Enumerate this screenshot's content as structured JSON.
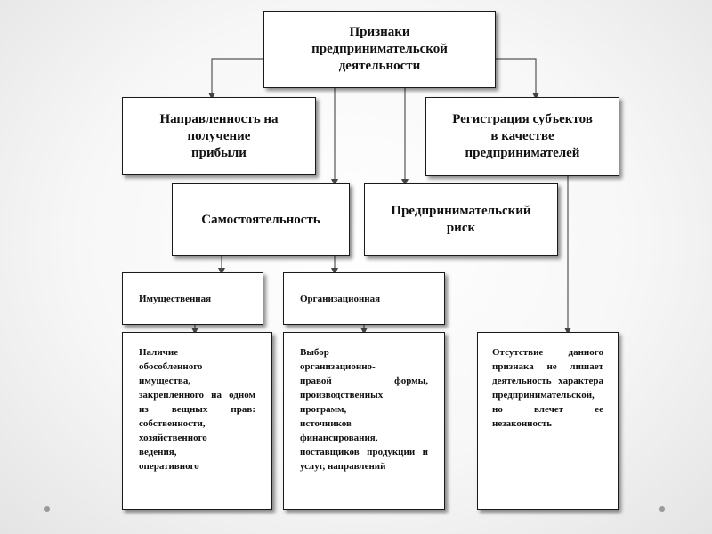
{
  "diagram": {
    "root": "Признаки\nпредпринимательской\nдеятельности",
    "profit": "Направленность на\nполучение\nприбыли",
    "registration": "Регистрация субъектов\nв качестве\nпредпринимателей",
    "independence": "Самостоятельность",
    "risk": "Предпринимательский\nриск",
    "property": "Имущественная",
    "organizational": "Организационная",
    "property_desc": "Наличие\nобособленного\nимущества,\nзакрепленного на одном из вещных прав: собственности,\nхозяйственного\nведения,\nоперативного",
    "org_desc": "Выбор\nорганизационно-\nправой формы, производственных программ,\nисточников финансирования, поставщиков продукции и услуг, направлений",
    "registration_desc": "Отсутствие данного признака не лишает деятельность характера предпринимательской, но влечет ее незаконность"
  },
  "colors": {
    "border": "#1a1a1a",
    "line": "#444444",
    "background": "#f7f7f7"
  }
}
